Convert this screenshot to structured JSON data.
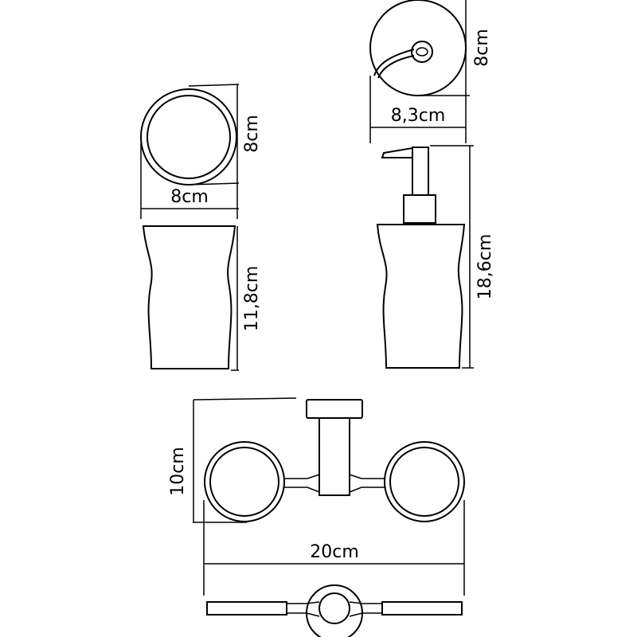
{
  "views": {
    "cup_top": {
      "dimension_vertical": "8cm",
      "dimension_horizontal": "8cm"
    },
    "cup_side": {
      "dimension_height": "11,8cm"
    },
    "dispenser_top": {
      "dimension_vertical": "8cm",
      "dimension_horizontal": "8,3cm"
    },
    "dispenser_side": {
      "dimension_height": "18,6cm"
    },
    "holder_front": {
      "dimension_depth": "10cm",
      "dimension_width": "20cm"
    }
  },
  "colors": {
    "line": "#000000",
    "background": "#ffffff"
  }
}
